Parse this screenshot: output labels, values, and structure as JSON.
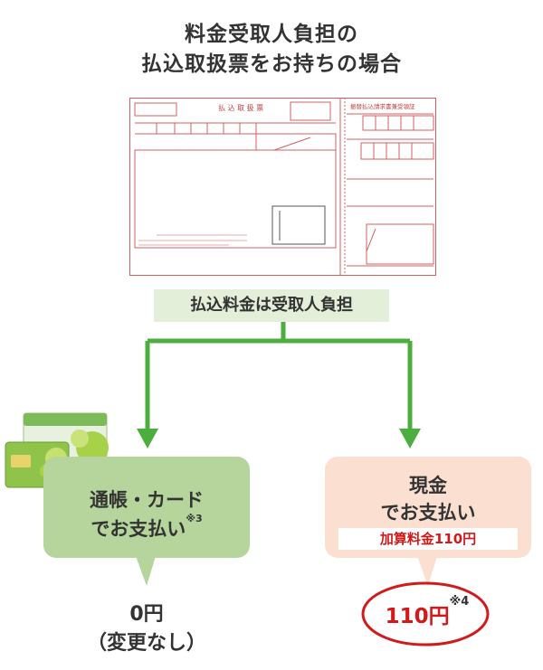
{
  "title": {
    "line1": "料金受取人負担の",
    "line2": "払込取扱票をお持ちの場合"
  },
  "form": {
    "header": "払 込 取 扱 票",
    "receipt_header": "振替払込請求書兼受領証"
  },
  "note": "払込料金は受取人負担",
  "left": {
    "line1": "通帳・カード",
    "line2": "でお支払い",
    "ref": "※3",
    "result_line1": "0円",
    "result_line2": "（変更なし）"
  },
  "right": {
    "line1": "現金",
    "line2": "でお支払い",
    "fee_label": "加算料金110円",
    "result": "110円",
    "ref": "※4"
  },
  "colors": {
    "green_arrow": "#4cae3e",
    "left_bubble": "#b6d59c",
    "right_bubble": "#fbe0d2",
    "note_bg": "#e3efd8",
    "red": "#d11a1a"
  }
}
